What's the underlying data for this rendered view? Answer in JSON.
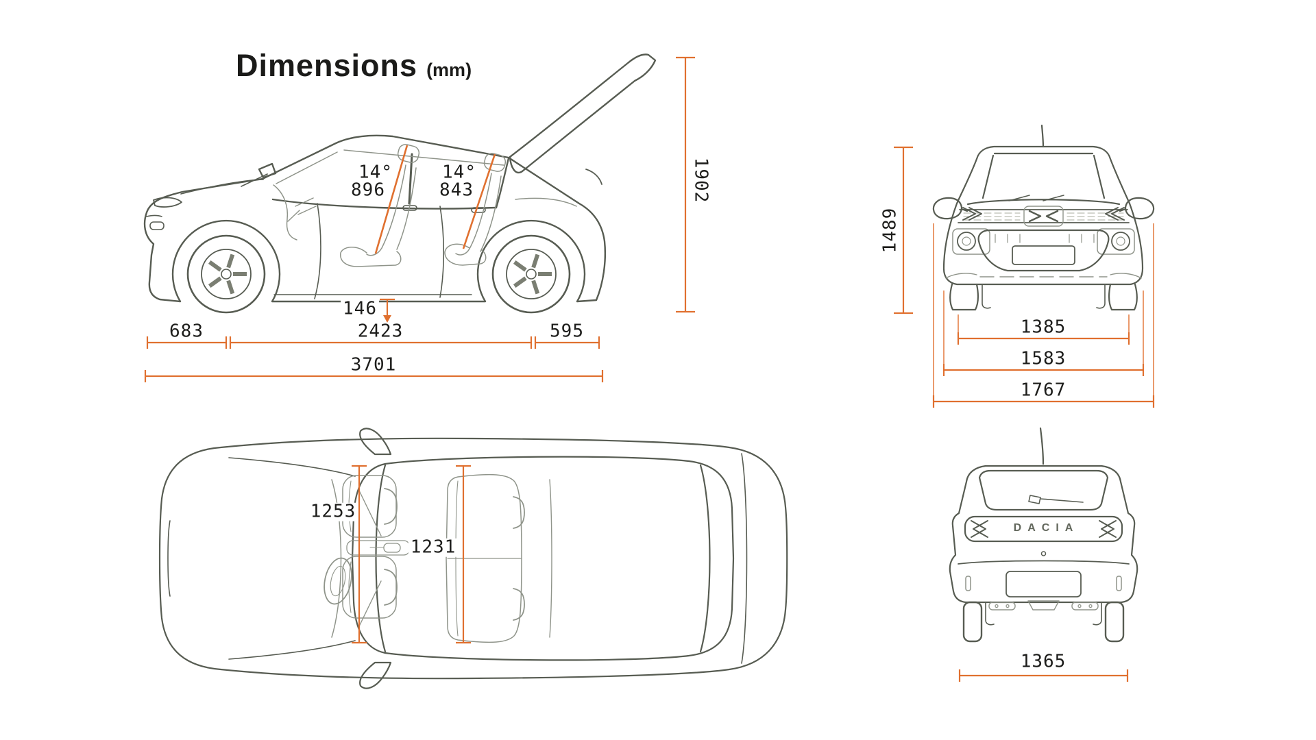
{
  "title": {
    "text": "Dimensions",
    "unit": "(mm)"
  },
  "colors": {
    "accent": "#E0702F",
    "line": "#575C52",
    "line_light": "#8F948A",
    "text": "#1D1D1B"
  },
  "side_view": {
    "front_seat_angle": "14°",
    "front_seat_value": "896",
    "rear_seat_angle": "14°",
    "rear_seat_value": "843",
    "ground_clearance": "146",
    "front_overhang": "683",
    "wheelbase": "2423",
    "rear_overhang": "595",
    "overall_length": "3701",
    "height_tailgate_open": "1902"
  },
  "front_view": {
    "overall_height": "1489",
    "front_track": "1385",
    "body_width": "1583",
    "width_with_mirrors": "1767"
  },
  "top_view": {
    "front_interior_width": "1253",
    "rear_interior_width": "1231"
  },
  "rear_view": {
    "brand": "DACIA",
    "rear_track": "1365"
  }
}
